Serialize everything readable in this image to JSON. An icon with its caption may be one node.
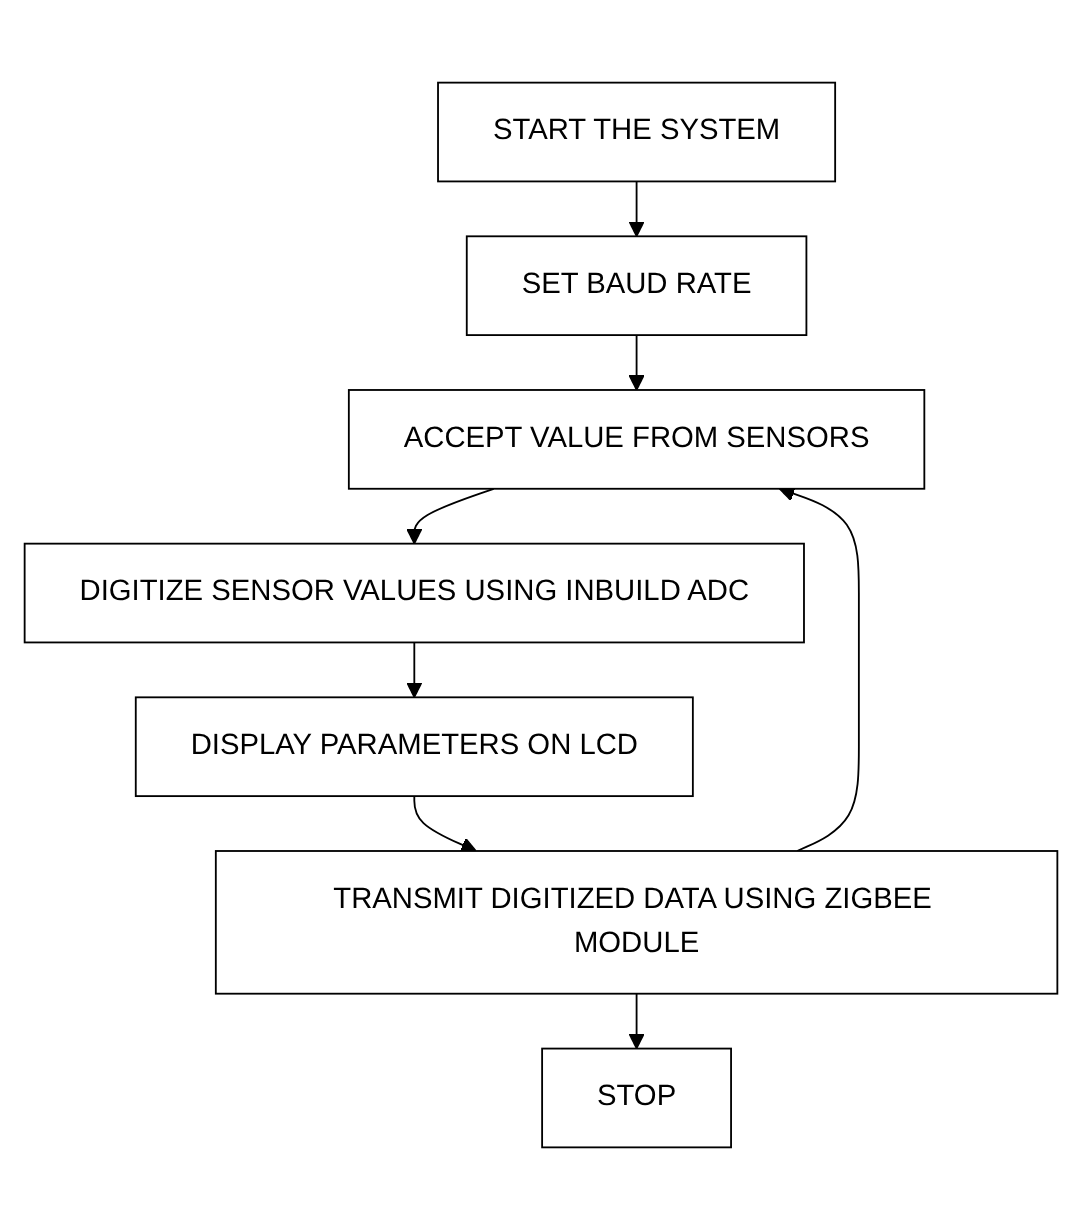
{
  "diagram": {
    "nodes": [
      {
        "text": [
          "START THE SYSTEM"
        ]
      },
      {
        "text": [
          "SET BAUD RATE"
        ]
      },
      {
        "text": [
          "ACCEPT VALUE FROM SENSORS"
        ]
      },
      {
        "text": [
          "DIGITIZE SENSOR VALUES USING INBUILD ADC"
        ]
      },
      {
        "text": [
          "DISPLAY PARAMETERS ON LCD"
        ]
      },
      {
        "text": [
          "TRANSMIT DIGITIZED DATA USING ZIGBEE MODULE"
        ]
      },
      {
        "text": [
          "STOP"
        ]
      }
    ],
    "edges": [
      {
        "from": 0,
        "to": 1,
        "arrow": "to"
      },
      {
        "from": 1,
        "to": 2,
        "arrow": "to"
      },
      {
        "from": 2,
        "to": 3,
        "arrow": "to"
      },
      {
        "from": 3,
        "to": 4,
        "arrow": "to"
      },
      {
        "from": 4,
        "to": 5,
        "arrow": "to"
      },
      {
        "from": 5,
        "to": 6,
        "arrow": "to"
      },
      {
        "from": 5,
        "to": 2,
        "arrow": "to"
      }
    ]
  }
}
